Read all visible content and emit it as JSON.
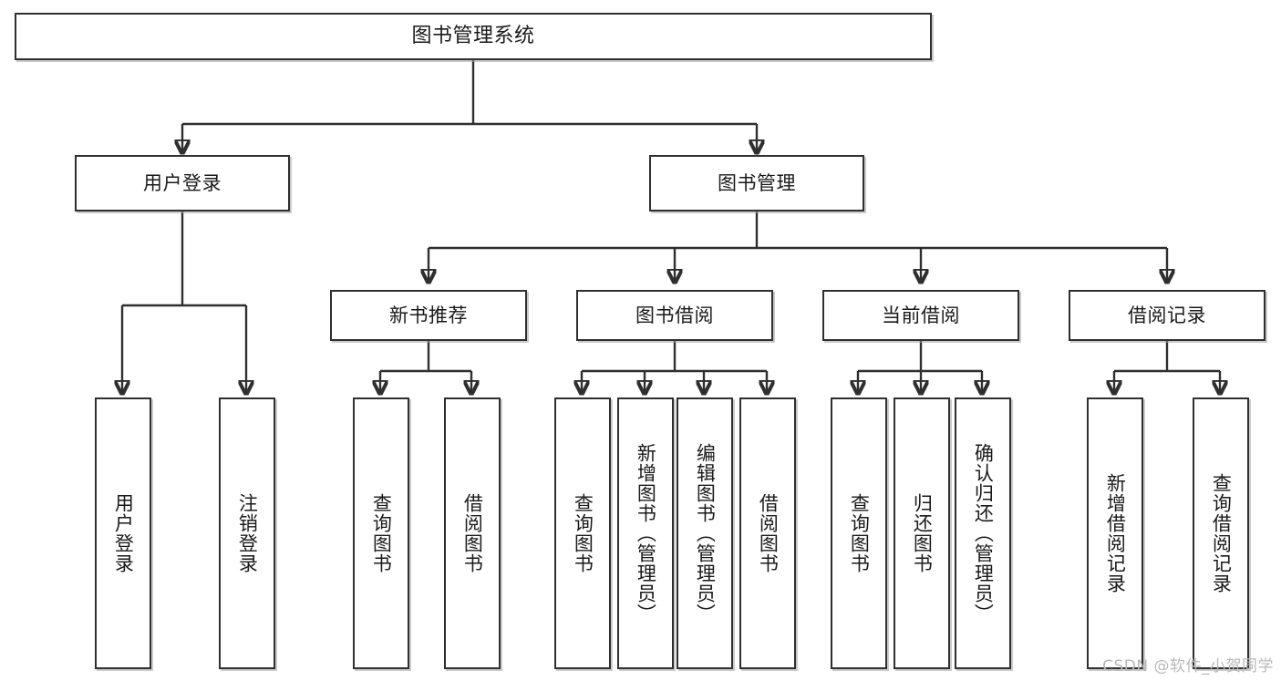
{
  "diagram": {
    "type": "tree-hierarchy",
    "title": "图书管理系统",
    "watermark": "CSDN @软件_小贺同学",
    "colors": {
      "stroke": "#2f2f2f",
      "fill": "#ffffff",
      "text": "#1a1a1a",
      "watermark": "#b9b9b9"
    },
    "root": {
      "label": "图书管理系统"
    },
    "level2": [
      {
        "id": "user-login",
        "label": "用户登录"
      },
      {
        "id": "book-management",
        "label": "图书管理"
      }
    ],
    "level3": [
      {
        "id": "new-book-recommend",
        "label": "新书推荐",
        "parent": "book-management"
      },
      {
        "id": "book-borrow",
        "label": "图书借阅",
        "parent": "book-management"
      },
      {
        "id": "current-borrow",
        "label": "当前借阅",
        "parent": "book-management"
      },
      {
        "id": "borrow-record",
        "label": "借阅记录",
        "parent": "book-management"
      }
    ],
    "leaves": {
      "user-login": [
        {
          "id": "leaf-user-login",
          "label": "用户登录"
        },
        {
          "id": "leaf-user-logout",
          "label": "注销登录"
        }
      ],
      "new-book-recommend": [
        {
          "id": "leaf-query-book-1",
          "label": "查询图书"
        },
        {
          "id": "leaf-borrow-book-1",
          "label": "借阅图书"
        }
      ],
      "book-borrow": [
        {
          "id": "leaf-query-book-2",
          "label": "查询图书"
        },
        {
          "id": "leaf-add-book",
          "label": "新增图书（管理员）"
        },
        {
          "id": "leaf-edit-book",
          "label": "编辑图书（管理员）"
        },
        {
          "id": "leaf-borrow-book-2",
          "label": "借阅图书"
        }
      ],
      "current-borrow": [
        {
          "id": "leaf-query-book-3",
          "label": "查询图书"
        },
        {
          "id": "leaf-return-book",
          "label": "归还图书"
        },
        {
          "id": "leaf-confirm-return",
          "label": "确认归还（管理员）"
        }
      ],
      "borrow-record": [
        {
          "id": "leaf-add-record",
          "label": "新增借阅记录"
        },
        {
          "id": "leaf-query-record",
          "label": "查询借阅记录"
        }
      ]
    }
  }
}
